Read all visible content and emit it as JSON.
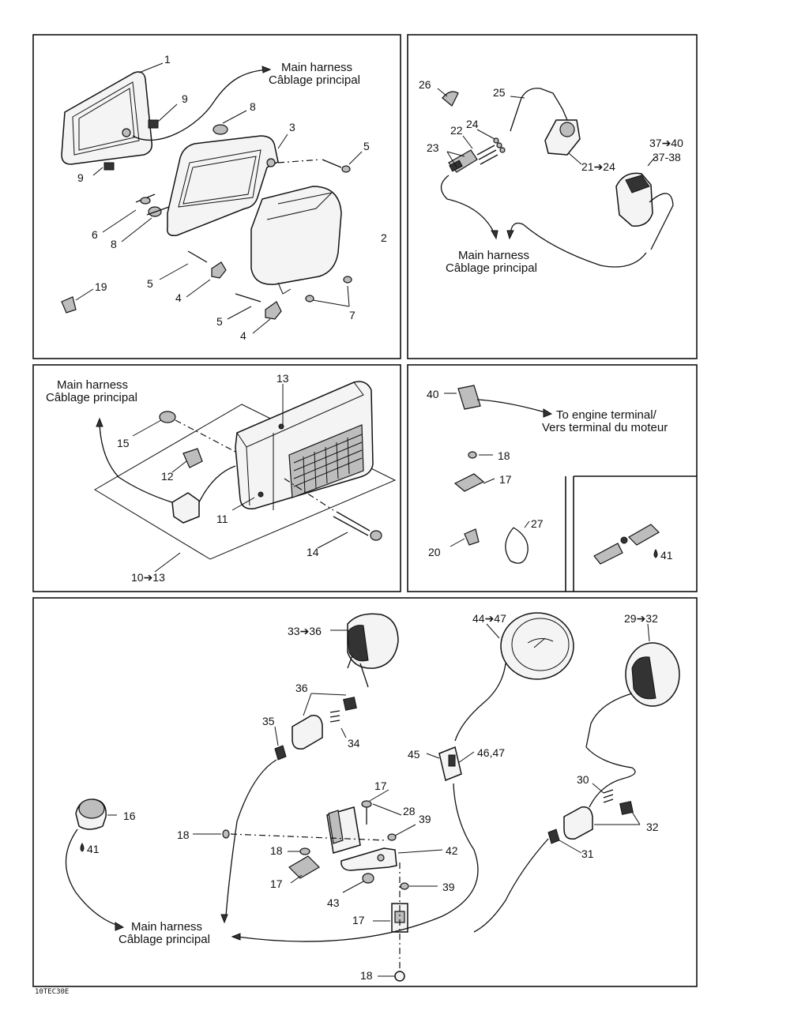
{
  "harness_en": "Main harness",
  "harness_fr": "Câblage principal",
  "engine_en": "To engine terminal/",
  "engine_fr": "Vers terminal du moteur",
  "drawing_code": "10TEC30E",
  "labels": {
    "p1": "1",
    "p9a": "9",
    "p9b": "9",
    "p8a": "8",
    "p8b": "8",
    "p3": "3",
    "p5a": "5",
    "p5b": "5",
    "p5c": "5",
    "p6": "6",
    "p2": "2",
    "p4a": "4",
    "p4b": "4",
    "p7": "7",
    "p19": "19",
    "p26": "26",
    "p25": "25",
    "p24": "24",
    "p22": "22",
    "p23": "23",
    "p21": "21➔24",
    "p37a": "37➔40",
    "p37b": "37-38",
    "p13": "13",
    "p15": "15",
    "p12": "12",
    "p11": "11",
    "p14": "14",
    "p10": "10➔13",
    "p40": "40",
    "p18a": "18",
    "p17a": "17",
    "p20": "20",
    "p27": "27",
    "p41a": "41",
    "p33": "33➔36",
    "p44": "44➔47",
    "p29": "29➔32",
    "p36": "36",
    "p35": "35",
    "p34": "34",
    "p45": "45",
    "p46": "46,47",
    "p16": "16",
    "p41b": "41",
    "p18b": "18",
    "p17b": "17",
    "p28": "28",
    "p39a": "39",
    "p42": "42",
    "p18c": "18",
    "p17c": "17",
    "p43": "43",
    "p39b": "39",
    "p17d": "17",
    "p18d": "18",
    "p30": "30",
    "p32": "32",
    "p31": "31"
  }
}
